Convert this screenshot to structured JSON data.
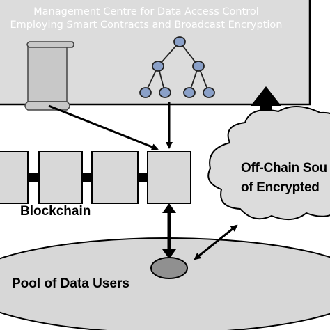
{
  "management_centre": {
    "title_line1": "Management Centre for Data Access Control",
    "title_line2": "Employing Smart Contracts and Broadcast Encryption",
    "contract_icon": "scroll-icon",
    "tree_icon": "binary-tree-icon"
  },
  "blockchain": {
    "label": "Blockchain",
    "block_count": 4
  },
  "off_chain": {
    "line1": "Off-Chain Sou",
    "line2": "of Encrypted"
  },
  "pool": {
    "label": "Pool of Data Users"
  },
  "colors": {
    "panel": "#dcdcdc",
    "block": "#d8d8d8",
    "node": "#8aa0c8",
    "user_node": "#909090",
    "pool_fill": "#d7d7d7"
  }
}
